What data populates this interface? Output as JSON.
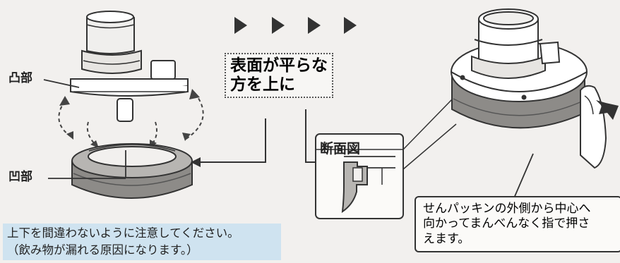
{
  "labels": {
    "convex": "凸部",
    "concave": "凹部"
  },
  "instruction": "表面が平らな\n方を上に",
  "section_title": "断面図",
  "note": "せんパッキンの外側から中心へ\n向かってまんべんなく指で押さ\nえます。",
  "warning_line1": "上下を間違わないように注意してください。",
  "warning_line2": "（飲み物が漏れる原因になります。）",
  "colors": {
    "warning_bg": "#cfe3f0",
    "ring_dark": "#8d8b88",
    "line": "#333333"
  }
}
